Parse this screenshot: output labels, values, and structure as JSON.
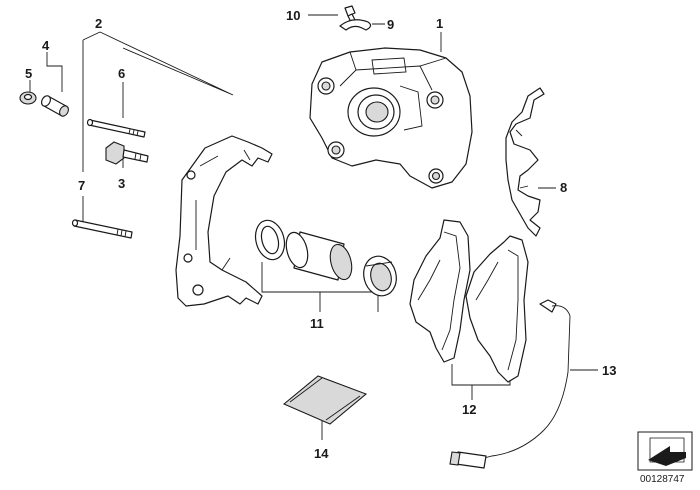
{
  "callouts": {
    "c1": "1",
    "c2": "2",
    "c3": "3",
    "c4": "4",
    "c5": "5",
    "c6": "6",
    "c7": "7",
    "c8": "8",
    "c9": "9",
    "c10": "10",
    "c11": "11",
    "c12": "12",
    "c13": "13",
    "c14": "14"
  },
  "doc_number": "00128747",
  "icons": {
    "corner_icon": "arrow-sheet-icon"
  }
}
